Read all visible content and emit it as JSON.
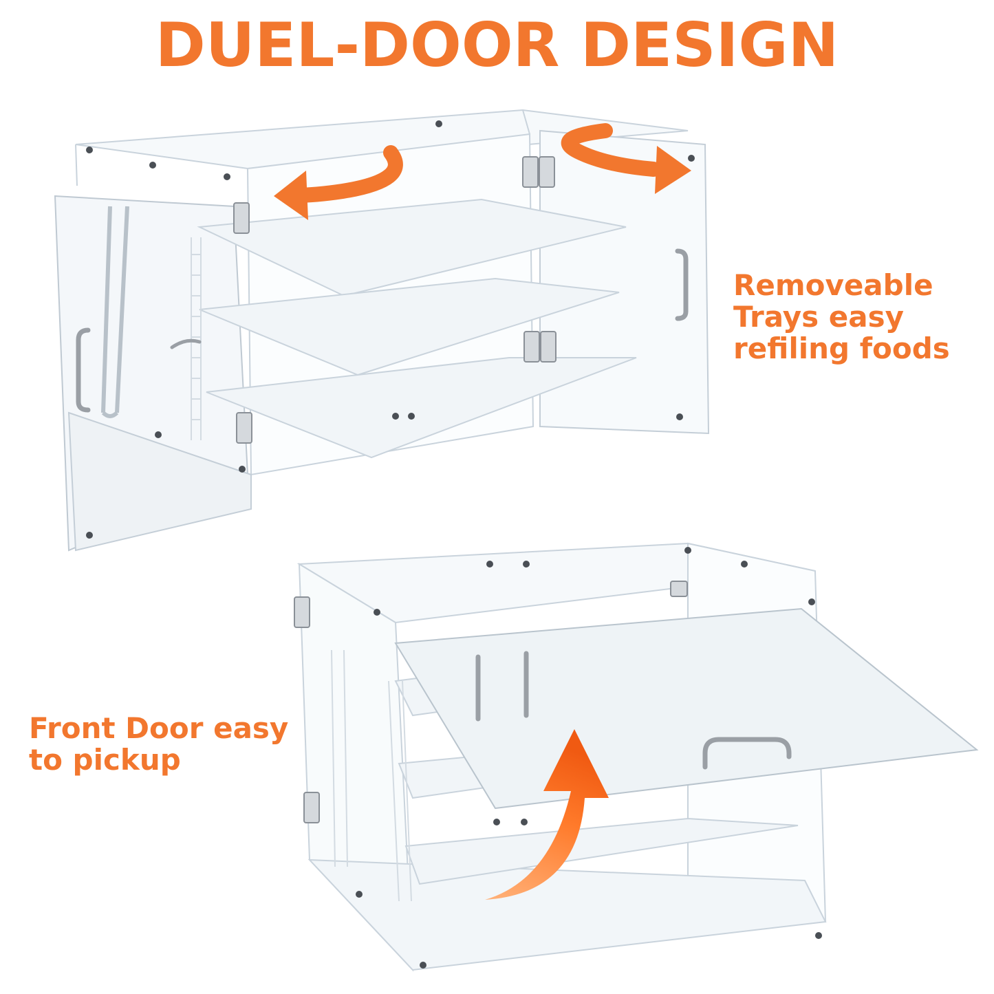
{
  "headline": "DUEL-DOOR DESIGN",
  "callouts": {
    "trays": [
      "Removeable",
      "Trays easy",
      "refiling foods"
    ],
    "front_door": [
      "Front Door easy",
      "to pickup"
    ]
  },
  "colors": {
    "accent": "#f2772e",
    "acrylic_edge": "#c9d3dc",
    "metal": "#9a9fa5",
    "background": "#ffffff"
  },
  "icons": [
    "rotate-left-arrow-icon",
    "rotate-right-arrow-icon",
    "lift-up-arrow-icon"
  ]
}
